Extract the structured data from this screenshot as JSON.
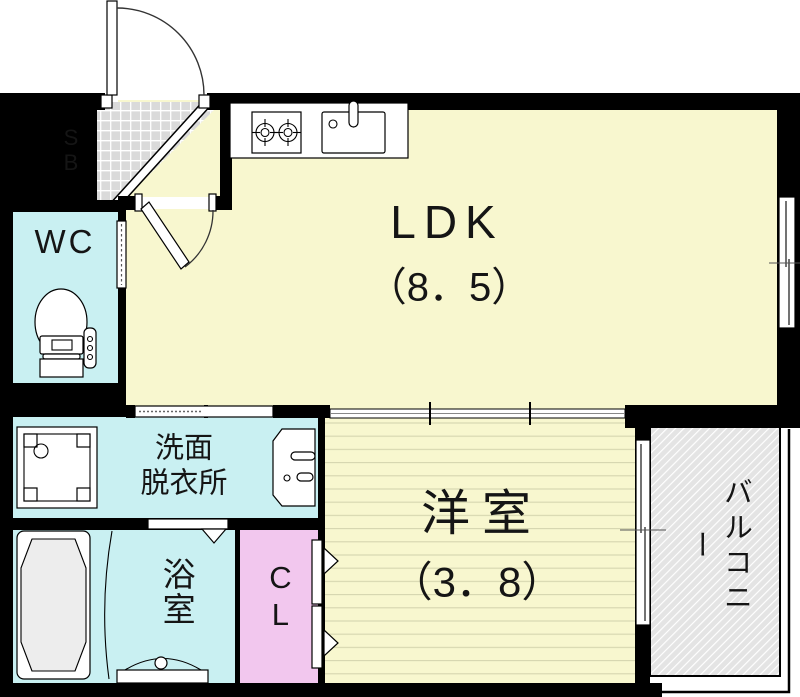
{
  "rooms": {
    "ldk": {
      "name": "LDK",
      "size": "（8．5）"
    },
    "western": {
      "name": "洋室",
      "size": "（3．8）"
    },
    "wc": {
      "label": "WC"
    },
    "shoe_box": {
      "label": "SB"
    },
    "washroom": {
      "label": "洗面\n脱衣所"
    },
    "bathroom": {
      "label": "浴室"
    },
    "closet": {
      "label": "CL"
    },
    "balcony": {
      "label": "バルコニー"
    }
  },
  "colors": {
    "wall": "#000000",
    "outline": "#000000",
    "floor_yellow": "#F8F7CF",
    "floor_stripe": "#D5D5AF",
    "cyan": "#C9F0F2",
    "pink": "#F2C7EE",
    "tile_gray": "#DADADA",
    "balcony_gray": "#E4E4E4",
    "tub_gray": "#EDEDED",
    "text": "#151515"
  },
  "fixtures": {
    "entrance_door": "entrance-door-icon",
    "hall_door": "hall-door-icon",
    "wc_door": "wc-sliding-door-icon",
    "washroom_door": "washroom-sliding-door-icon",
    "bathroom_door": "bathroom-folding-door-icon",
    "closet_doors": "folding-closet-door-icon",
    "partition": "sliding-partition-icon",
    "ldk_window": "sliding-window-icon",
    "western_window": "sliding-window-icon",
    "stove": "stove-burners-icon",
    "sink": "kitchen-sink-icon",
    "toilet": "toilet-icon",
    "washer_pan": "washing-machine-pan-icon",
    "washbasin": "washbasin-icon",
    "bathtub": "bathtub-icon",
    "shower_screen": "shower-screen-icon",
    "bath_drain": "bath-drain-icon",
    "balcony_rail": "balcony-railing"
  }
}
